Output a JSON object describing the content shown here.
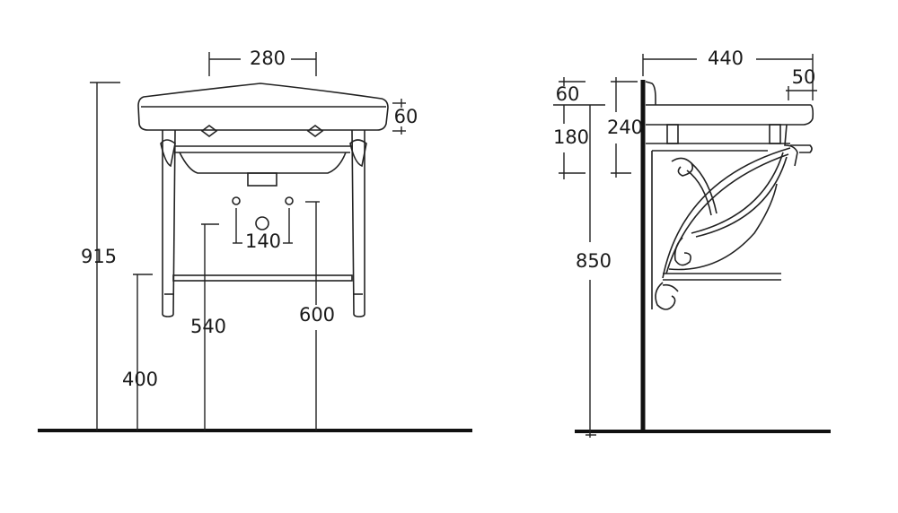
{
  "front_view": {
    "dims": {
      "total_height": "915",
      "shelf_height": "400",
      "drain_height": "540",
      "supply_height": "600",
      "tap_spacing": "280",
      "rim_thickness": "60",
      "supply_spacing": "140"
    }
  },
  "side_view": {
    "dims": {
      "depth": "440",
      "overhang": "50",
      "backsplash": "60",
      "bowl_depth": "180",
      "bracket_to_top": "240",
      "rim_height": "850"
    }
  },
  "colors": {
    "line": "#222222",
    "background": "#ffffff"
  }
}
